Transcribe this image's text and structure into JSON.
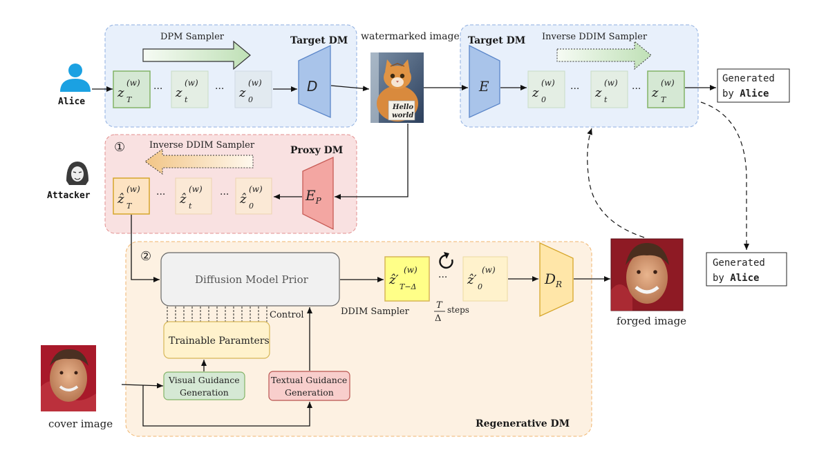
{
  "target_dm_left": {
    "title": "Target DM",
    "sampler_label": "DPM Sampler",
    "latents": [
      {
        "sym": "z",
        "sub": "T",
        "sup": "(w)"
      },
      {
        "sym": "z",
        "sub": "t",
        "sup": "(w)"
      },
      {
        "sym": "z",
        "sub": "0",
        "sup": "(w)"
      }
    ],
    "decoder": "D"
  },
  "watermarked_label": "watermarked image",
  "watermarked_sign": [
    "Hello",
    "world"
  ],
  "target_dm_right": {
    "title": "Target DM",
    "sampler_label": "Inverse DDIM Sampler",
    "encoder": "E",
    "latents": [
      {
        "sym": "z",
        "sub": "0",
        "sup": "(w)"
      },
      {
        "sym": "z",
        "sub": "t",
        "sup": "(w)"
      },
      {
        "sym": "z",
        "sub": "T",
        "sup": "(w)"
      }
    ]
  },
  "alice_label": "Alice",
  "attacker_label": "Attacker",
  "generated_box_1": {
    "line1": "Generated",
    "line2_prefix": "by ",
    "line2_bold": "Alice"
  },
  "generated_box_2": {
    "line1": "Generated",
    "line2_prefix": "by ",
    "line2_bold": "Alice"
  },
  "proxy_dm": {
    "step": "①",
    "title": "Proxy DM",
    "sampler_label": "Inverse DDIM Sampler",
    "encoder": "E",
    "encoder_sub": "P",
    "latents": [
      {
        "sym": "ẑ",
        "sub": "T",
        "sup": "(w)"
      },
      {
        "sym": "ẑ",
        "sub": "t",
        "sup": "(w)"
      },
      {
        "sym": "ẑ",
        "sub": "0",
        "sup": "(w)"
      }
    ]
  },
  "regen_dm": {
    "step": "②",
    "title": "Regenerative DM",
    "prior_label": "Diffusion Model Prior",
    "control_label": "Control",
    "trainable_label": "Trainable Paramters",
    "visual_guidance": [
      "Visual Guidance",
      "Generation"
    ],
    "textual_guidance": [
      "Textual Guidance",
      "Generation"
    ],
    "ddim_label": "DDIM Sampler",
    "latent_a": {
      "sym": "ẑ′",
      "sub": "T−Δ",
      "sup": "(w)"
    },
    "latent_b": {
      "sym": "ẑ′",
      "sub": "0",
      "sup": "(w)"
    },
    "steps_num": "T",
    "steps_den": "Δ",
    "steps_label": "steps",
    "decoder": "D",
    "decoder_sub": "R"
  },
  "cover_label": "cover image",
  "forged_label": "forged image",
  "colors": {
    "blue_panel": "#e8f0fb",
    "pink_panel": "#f9e1e1",
    "orange_panel": "#fdf1e2",
    "green_latent": "#d5e8d4",
    "yellow_latent": "#fff2cc",
    "blue_trap": "#a9c4ea",
    "red_trap": "#f3a6a2",
    "yellow_trap": "#ffe6a8",
    "alice_icon": "#1ba1e2"
  }
}
